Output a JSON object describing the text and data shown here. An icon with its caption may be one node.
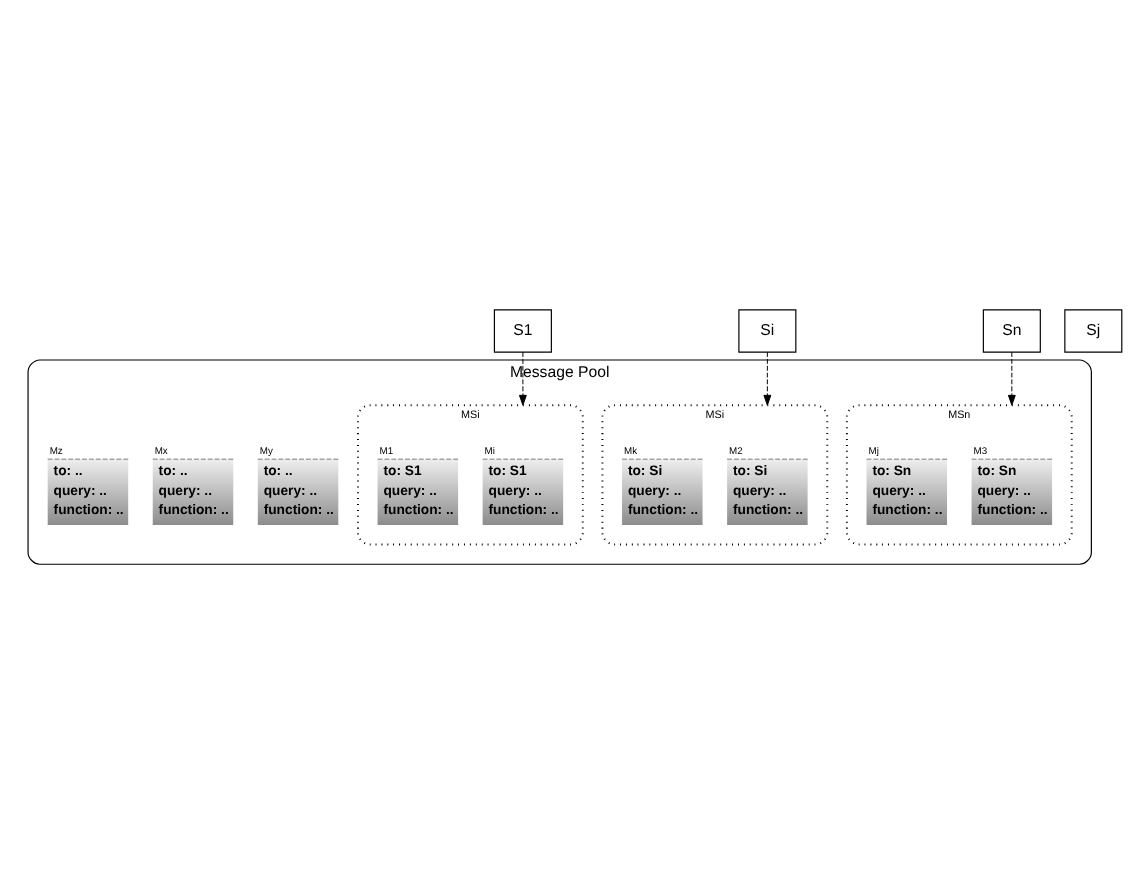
{
  "diagram": {
    "nodes": [
      {
        "text": [
          "S1"
        ]
      },
      {
        "text": [
          "Si"
        ]
      },
      {
        "text": [
          "Message Pool"
        ]
      },
      {
        "text": [
          "MSi"
        ],
        "in": 2
      },
      {
        "text": [
          "Mi",
          "to: S1",
          "query: ..",
          "function: .."
        ],
        "in": 3
      },
      {
        "text": [
          "M1",
          "to: S1",
          "query: ..",
          "function: .."
        ],
        "in": 3
      },
      {
        "text": [
          "My",
          "to: ..",
          "query: ..",
          "function: .."
        ],
        "in": 2
      },
      {
        "text": [
          "MSi"
        ],
        "in": 2
      },
      {
        "text": [
          "M2",
          "to: Si",
          "query: ..",
          "function: .."
        ],
        "in": 7
      },
      {
        "text": [
          "Mk",
          "to: Si",
          "query: ..",
          "function: .."
        ],
        "in": 7
      },
      {
        "text": [
          "Mx",
          "to: ..",
          "query: ..",
          "function: .."
        ],
        "in": 2
      },
      {
        "text": [
          "Mz",
          "to: ..",
          "query: ..",
          "function: .."
        ],
        "in": 2
      },
      {
        "text": [
          "MSn"
        ],
        "in": 2
      },
      {
        "text": [
          "M3",
          "to: Sn",
          "query: ..",
          "function: .."
        ],
        "in": 12
      },
      {
        "text": [
          "Mj",
          "to: Sn",
          "query: ..",
          "function: .."
        ],
        "in": 12
      },
      {
        "text": [
          "Sn"
        ]
      },
      {
        "text": [
          "Sj"
        ]
      }
    ],
    "edges": [
      {
        "from": 0,
        "to": 3,
        "arrow": "to",
        "style": "dashed"
      },
      {
        "from": 1,
        "to": 7,
        "arrow": "to",
        "style": "dashed"
      },
      {
        "from": 15,
        "to": 12,
        "arrow": "to",
        "style": "dashed"
      }
    ]
  }
}
